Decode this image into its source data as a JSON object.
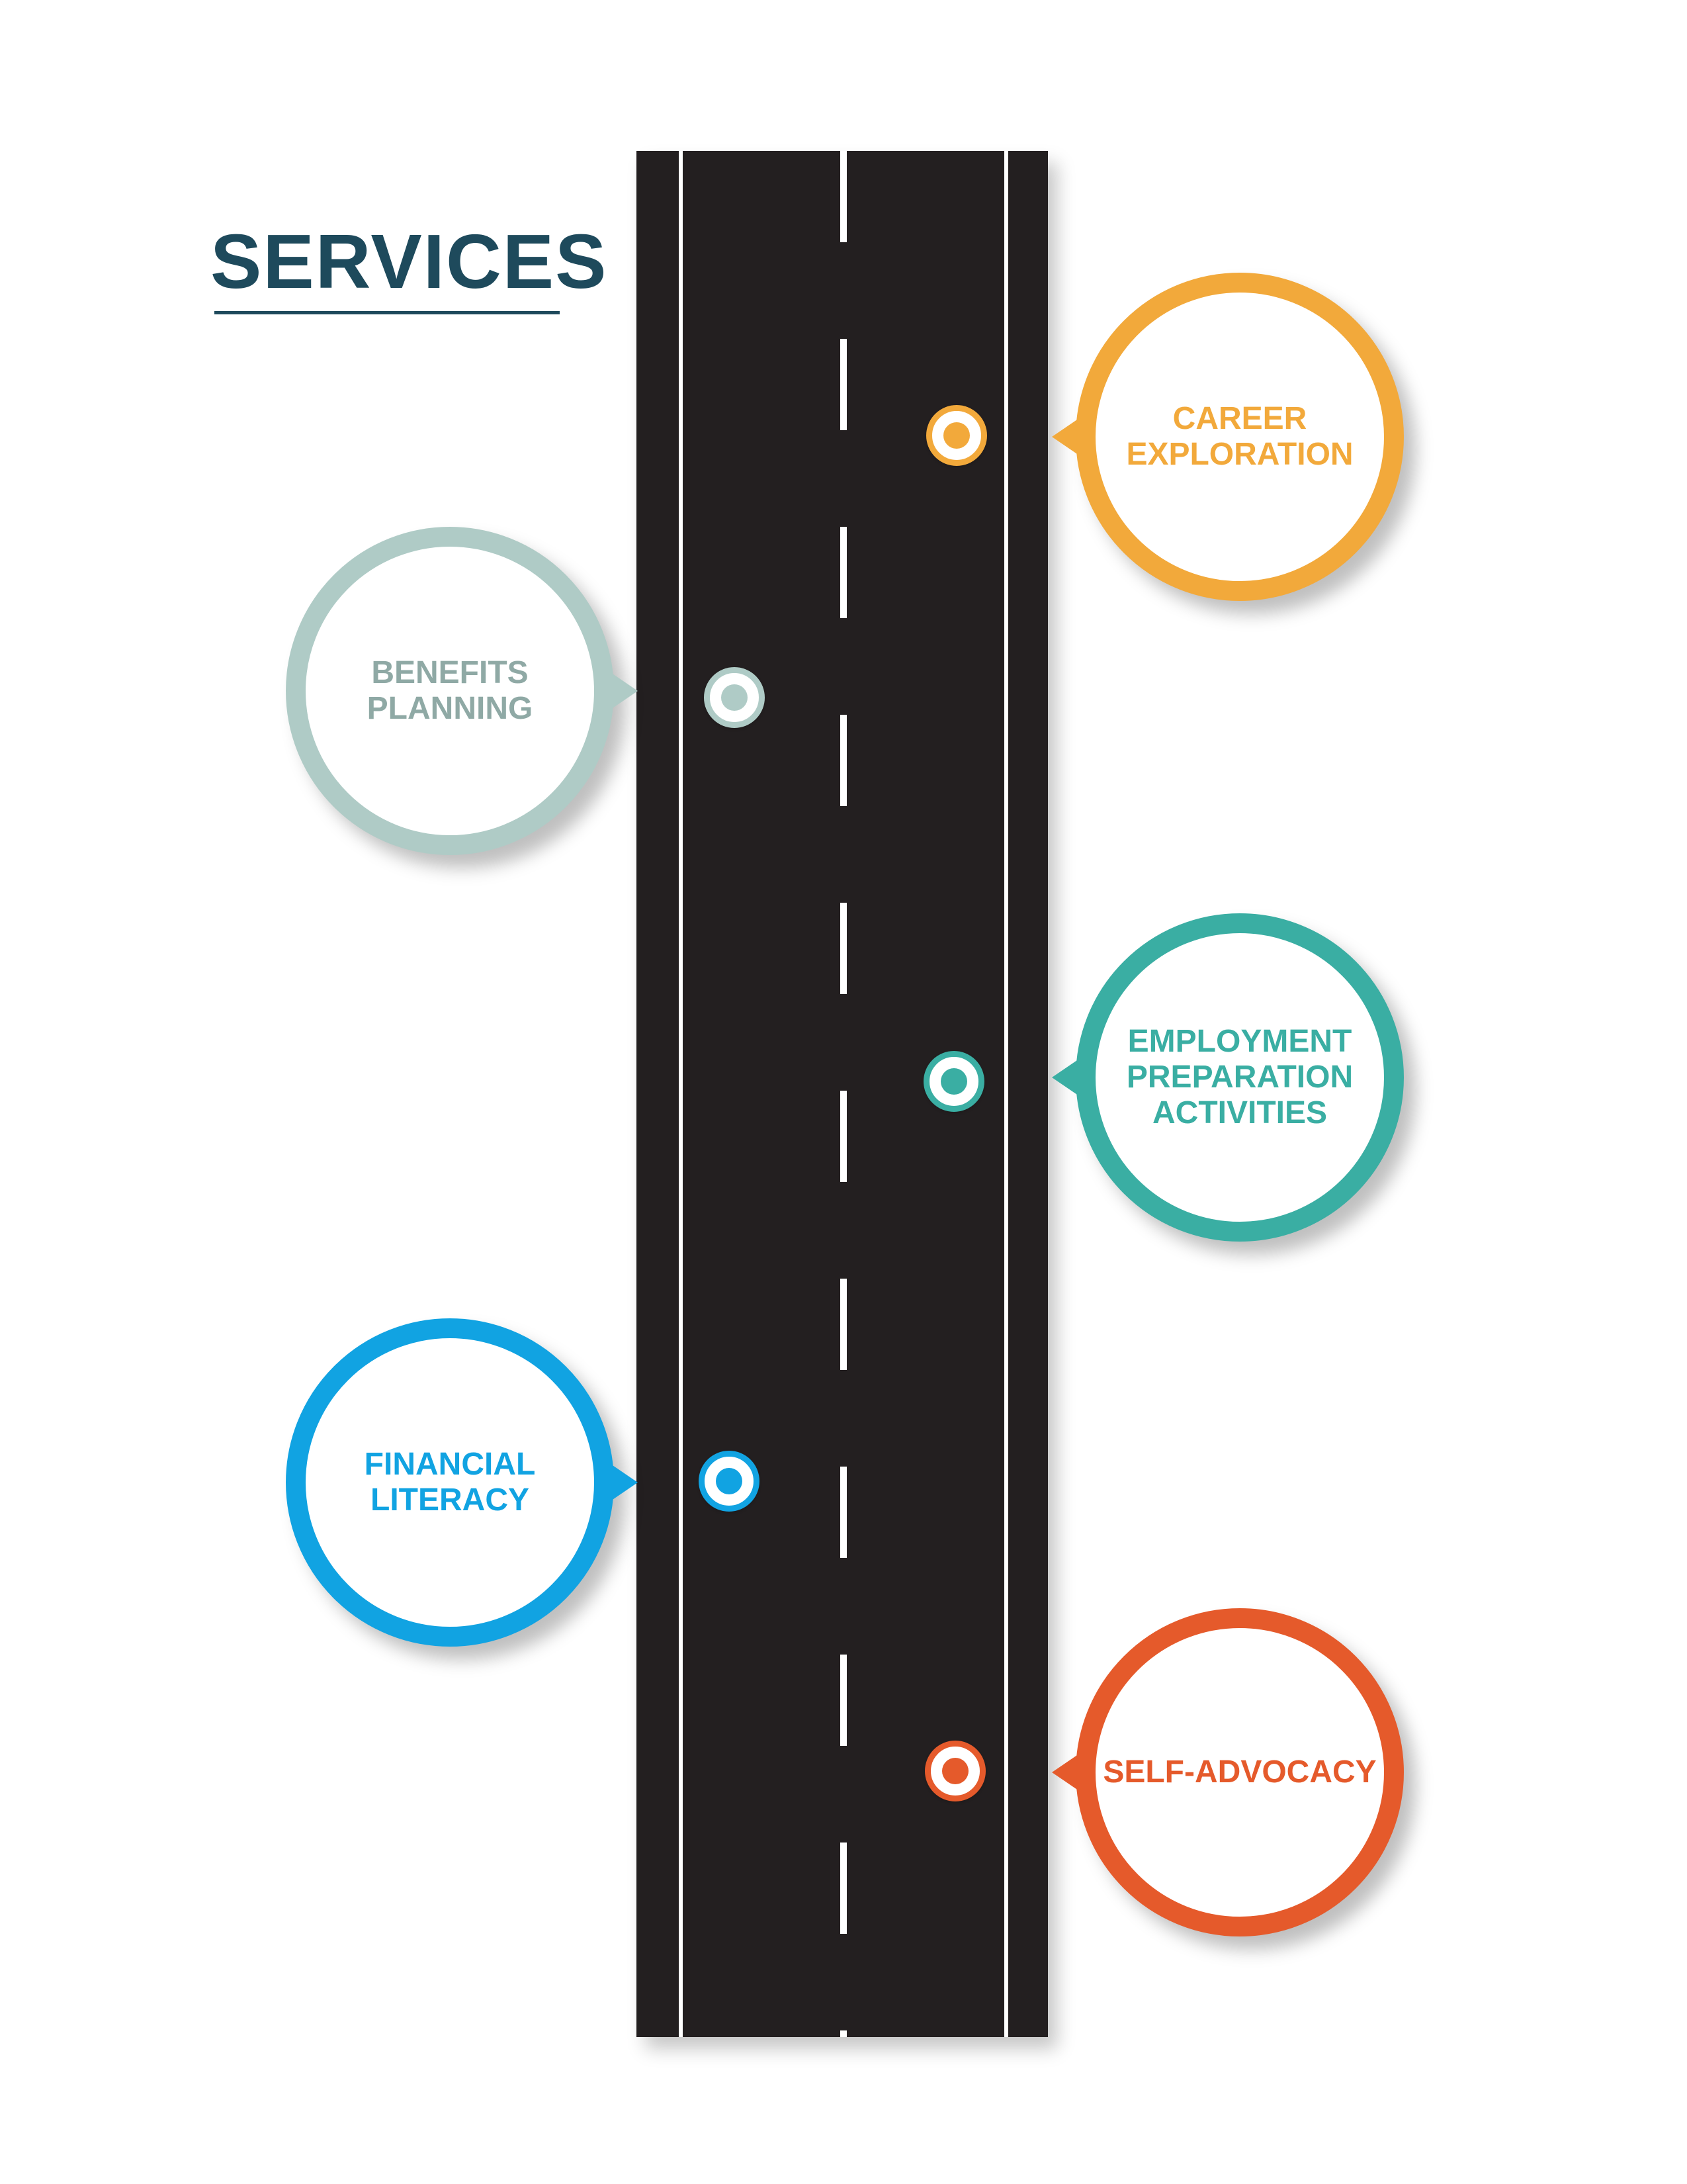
{
  "title": "SERVICES",
  "colors": {
    "title": "#1e4a5c",
    "road": "#231f20",
    "career_exploration": "#f2a93b",
    "benefits_planning": "#afcbc6",
    "employment_preparation": "#3aaea3",
    "financial_literacy": "#11a3e2",
    "self_advocacy": "#e55a2b"
  },
  "services": [
    {
      "label": "CAREER\nEXPLORATION"
    },
    {
      "label": "BENEFITS\nPLANNING"
    },
    {
      "label": "EMPLOYMENT\nPREPARATION\nACTIVITIES"
    },
    {
      "label": "FINANCIAL\nLITERACY"
    },
    {
      "label": "SELF-ADVOCACY"
    }
  ]
}
